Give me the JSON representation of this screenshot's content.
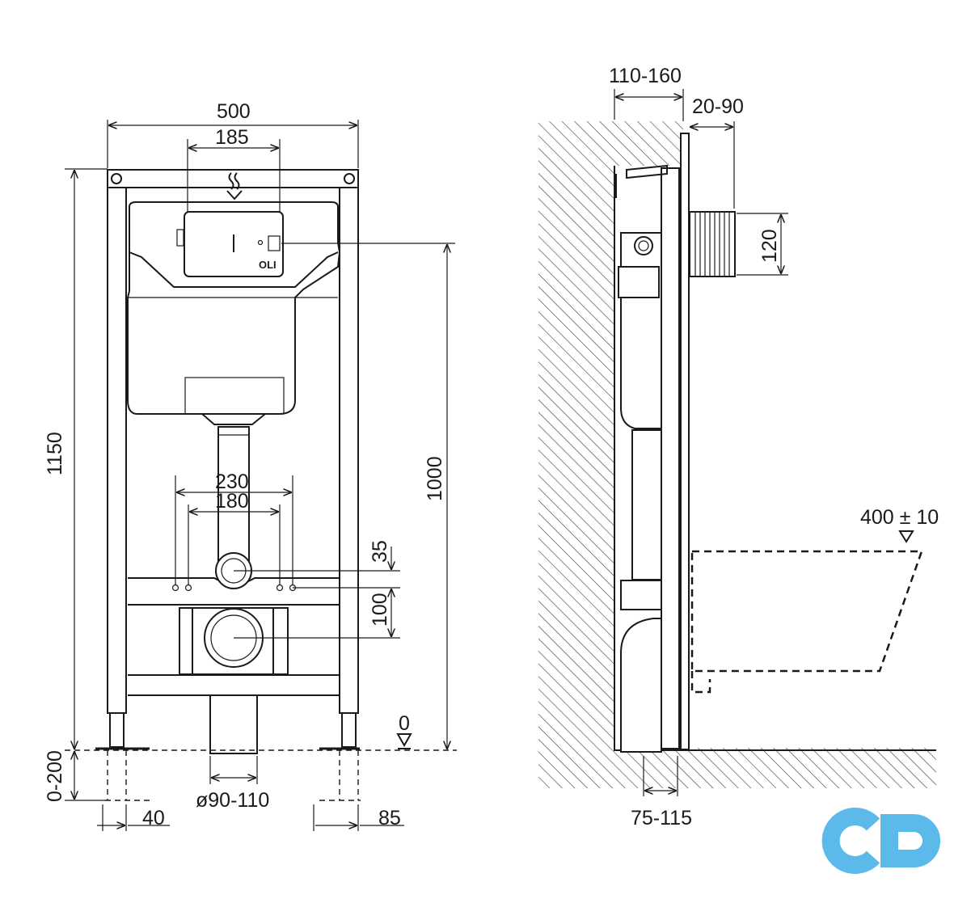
{
  "front_view": {
    "width_total": "500",
    "width_button": "185",
    "height_total": "1150",
    "height_outlet": "1000",
    "spacing_outer": "230",
    "spacing_inner": "180",
    "offset_pipe": "35",
    "offset_drain": "100",
    "floor_level": "0",
    "adjust_range": "0-200",
    "foot_left": "40",
    "foot_right": "85",
    "pipe_diameter": "ø90-110",
    "brand_mark": "OLI"
  },
  "side_view": {
    "wall_depth": "110-160",
    "panel_depth": "20-90",
    "flush_height": "120",
    "seat_height": "400 ± 10",
    "pipe_offset": "75-115"
  },
  "watermark": {
    "brand": "cd-logo",
    "color": "#4ab3e8"
  }
}
